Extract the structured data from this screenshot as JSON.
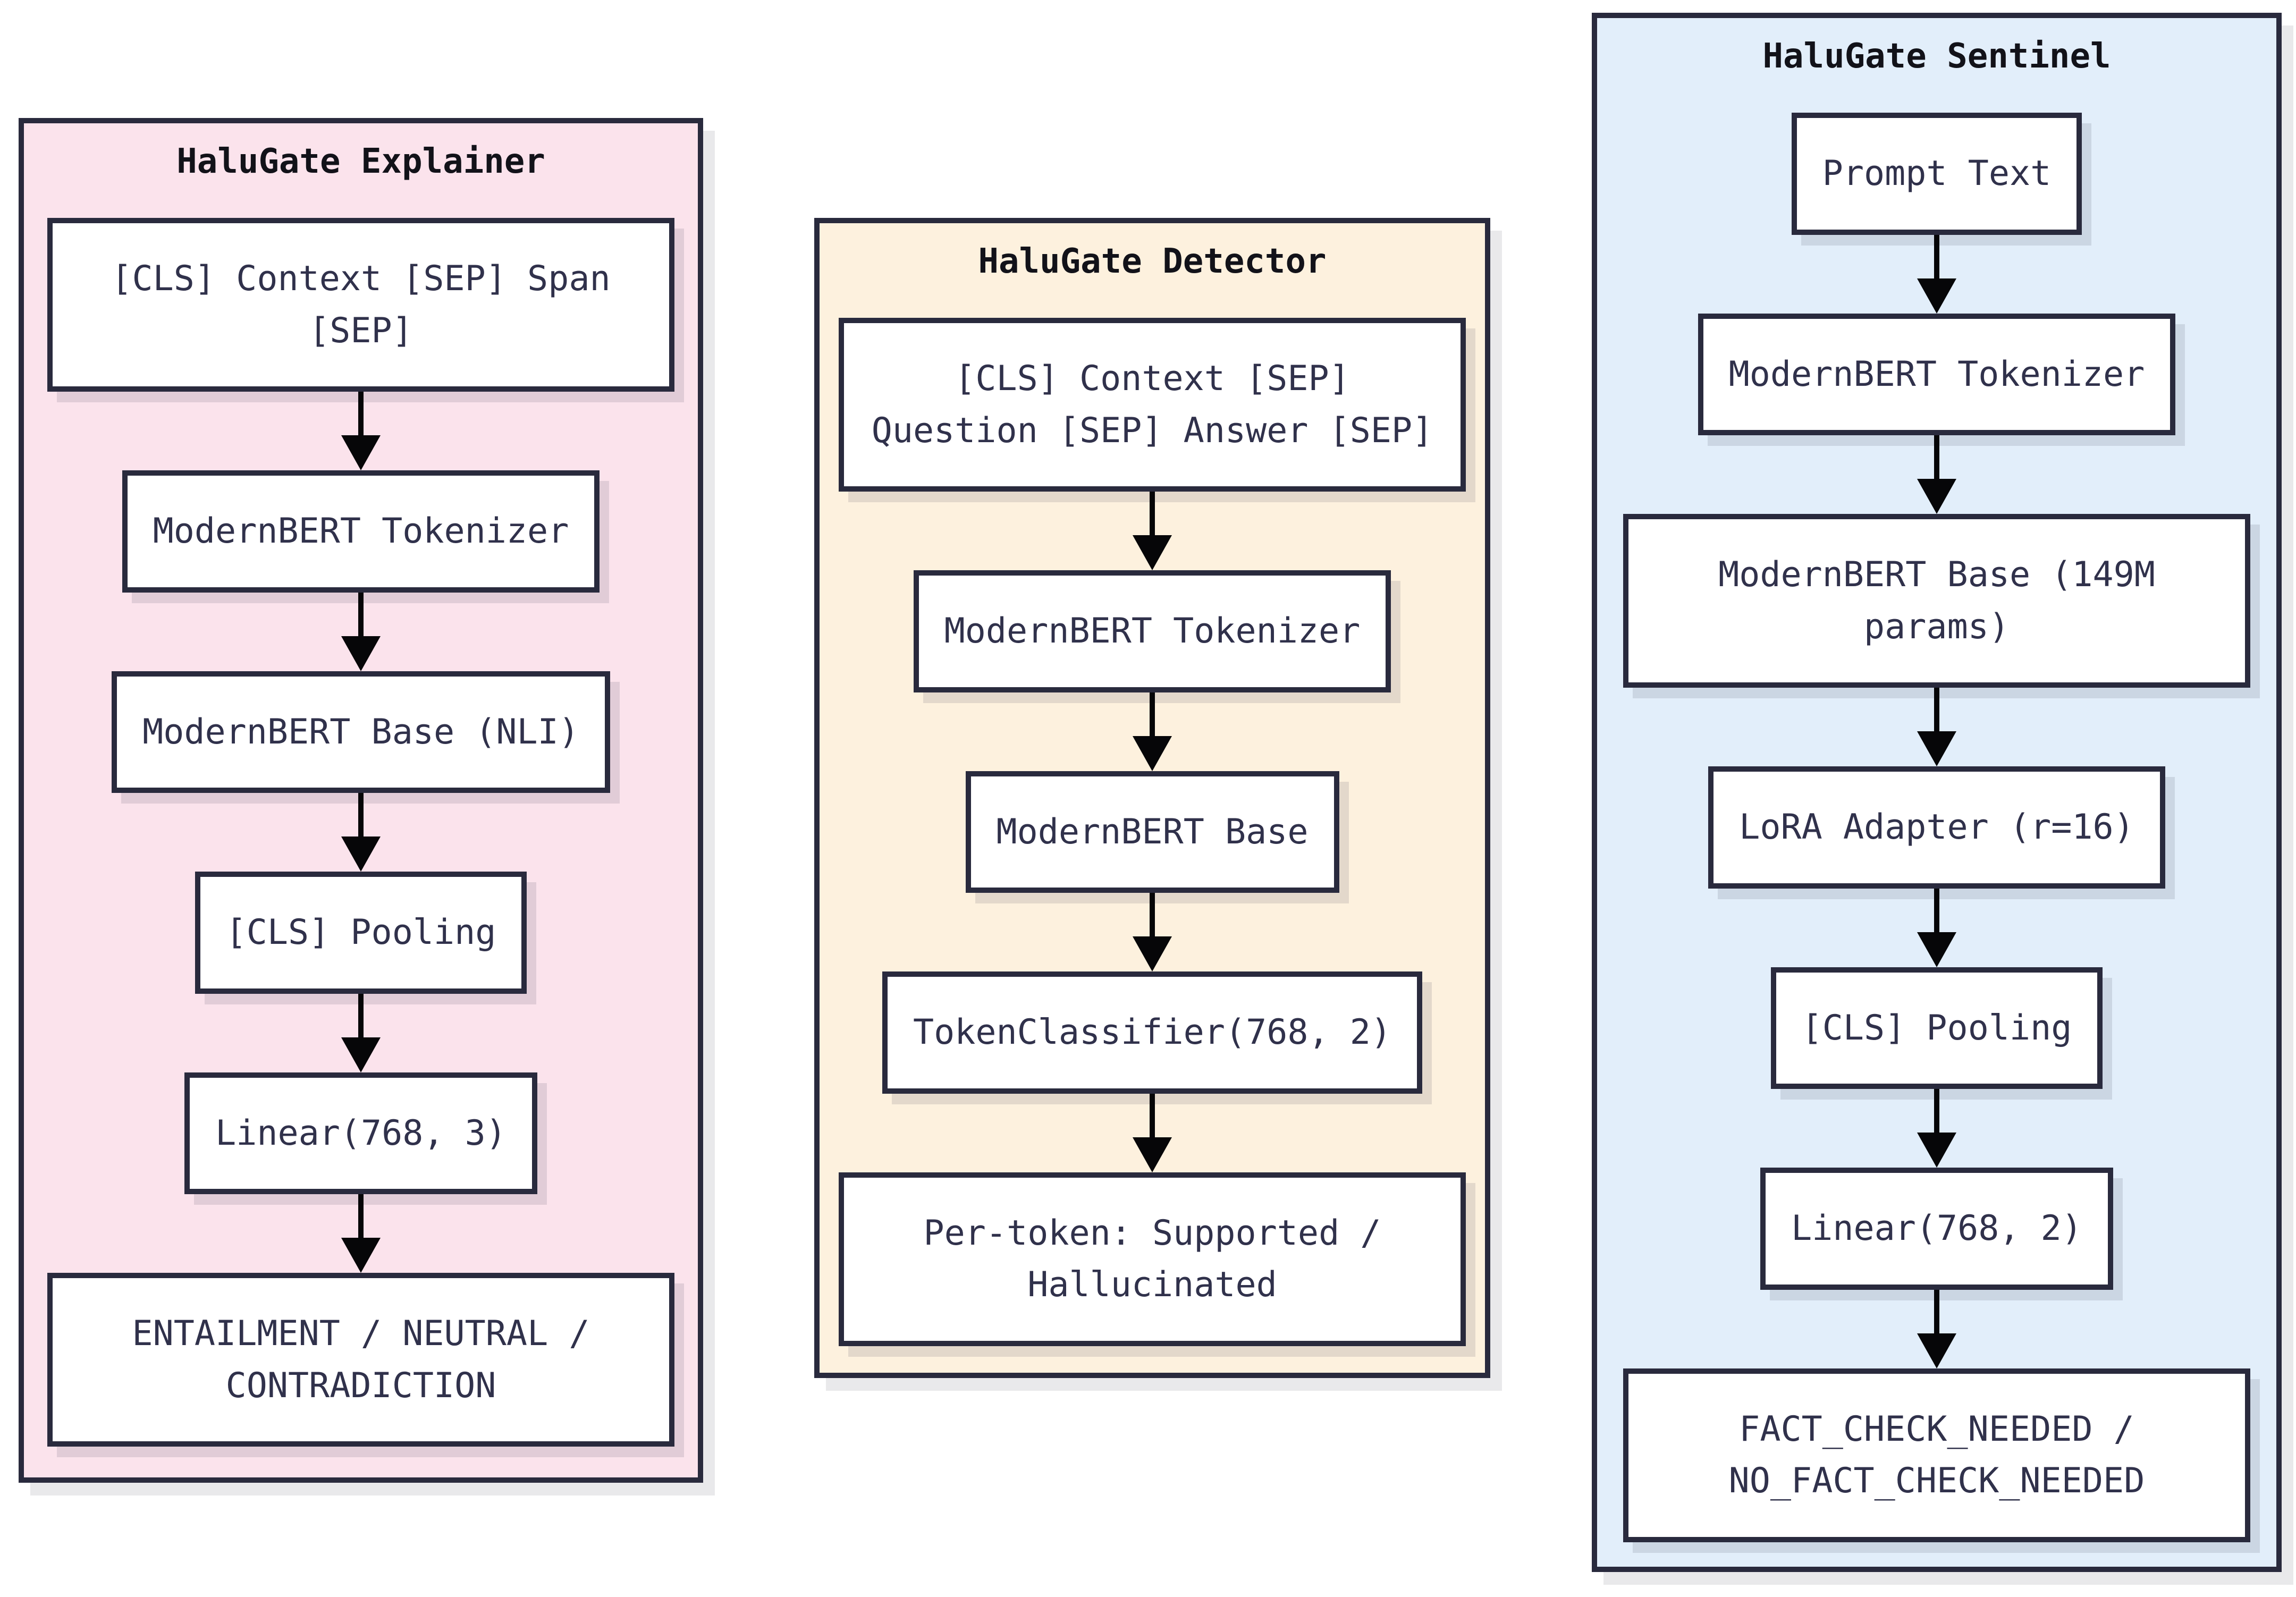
{
  "diagram": {
    "background_color": "#ffffff",
    "border_color": "#292a3d",
    "node_fill_color": "#ffffff",
    "node_text_color": "#30314b",
    "title_text_color": "#121219",
    "arrow_color": "#060608",
    "columns": [
      {
        "id": "explainer",
        "title": "HaluGate Explainer",
        "bg": "#fbe3ec",
        "nodes": [
          "[CLS] Context [SEP] Span [SEP]",
          "ModernBERT Tokenizer",
          "ModernBERT Base (NLI)",
          "[CLS] Pooling",
          "Linear(768, 3)",
          "ENTAILMENT / NEUTRAL / CONTRADICTION"
        ]
      },
      {
        "id": "detector",
        "title": "HaluGate Detector",
        "bg": "#fdf1de",
        "nodes": [
          "[CLS] Context [SEP] Question [SEP] Answer [SEP]",
          "ModernBERT Tokenizer",
          "ModernBERT Base",
          "TokenClassifier(768, 2)",
          "Per-token: Supported / Hallucinated"
        ]
      },
      {
        "id": "sentinel",
        "title": "HaluGate Sentinel",
        "bg": "#e2eefa",
        "nodes": [
          "Prompt Text",
          "ModernBERT Tokenizer",
          "ModernBERT Base (149M params)",
          "LoRA Adapter (r=16)",
          "[CLS] Pooling",
          "Linear(768, 2)",
          "FACT_CHECK_NEEDED / NO_FACT_CHECK_NEEDED"
        ]
      }
    ]
  }
}
